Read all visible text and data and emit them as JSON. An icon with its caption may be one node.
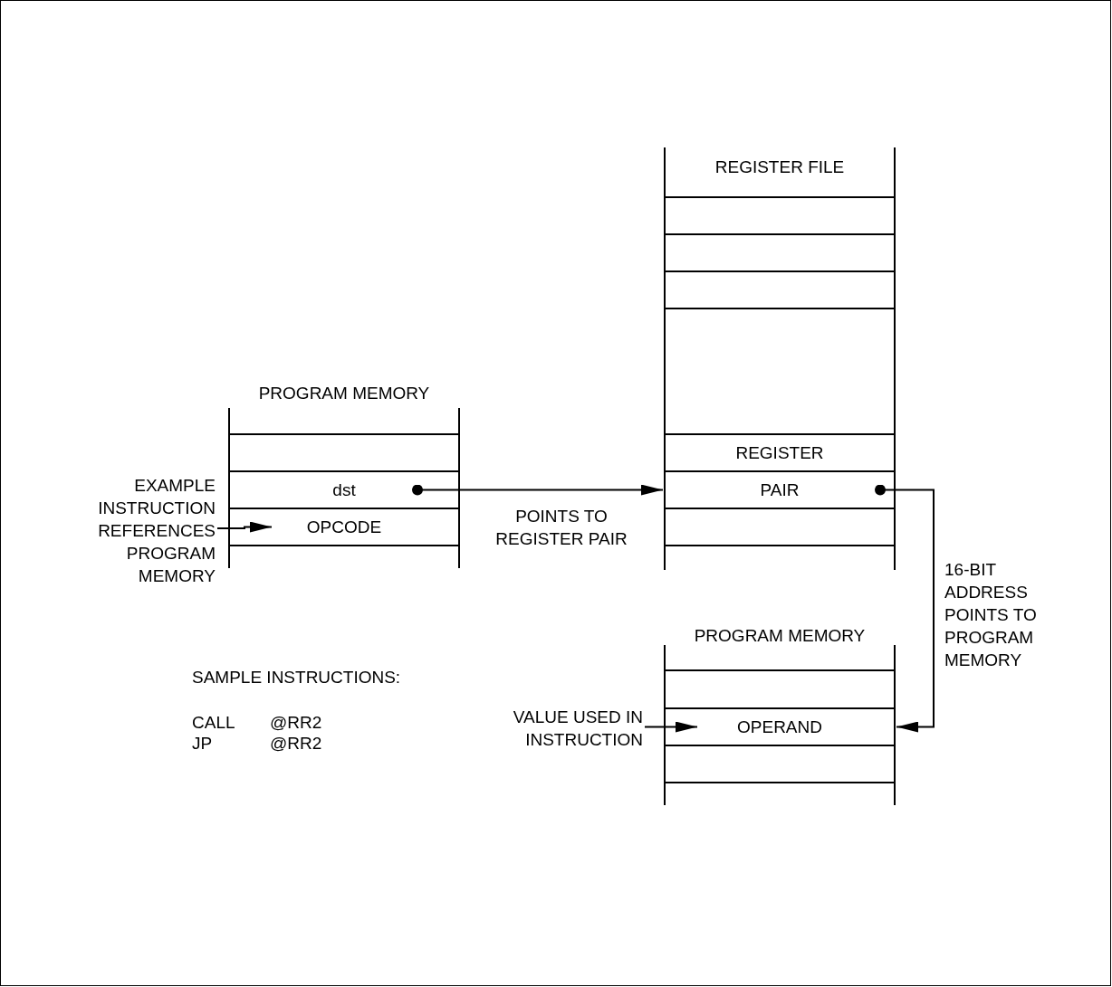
{
  "diagram": {
    "nodes": [
      {
        "text": [
          "PROGRAM MEMORY"
        ]
      },
      {
        "text": [
          "dst"
        ],
        "in": 0
      },
      {
        "text": [
          "OPCODE"
        ],
        "in": 0
      },
      {
        "text": [
          "EXAMPLE INSTRUCTION REFERENCES PROGRAM MEMORY"
        ]
      },
      {
        "text": [
          "REGISTER FILE"
        ]
      },
      {
        "text": [
          "REGISTER"
        ],
        "in": 4
      },
      {
        "text": [
          "PAIR"
        ],
        "in": 4
      },
      {
        "text": [
          "PROGRAM MEMORY"
        ]
      },
      {
        "text": [
          "OPERAND"
        ],
        "in": 7
      },
      {
        "text": [
          "VALUE USED IN INSTRUCTION"
        ]
      }
    ],
    "edges": [
      {
        "from": 3,
        "to": 2,
        "arrow": "to"
      },
      {
        "from": 1,
        "to": 6,
        "arrow": "to",
        "label": "POINTS TO REGISTER PAIR"
      },
      {
        "from": 6,
        "to": 8,
        "arrow": "to",
        "label": "16-BIT ADDRESS POINTS TO PROGRAM MEMORY"
      },
      {
        "from": 9,
        "to": 8,
        "arrow": "to"
      }
    ],
    "labels": [
      "SAMPLE INSTRUCTIONS:",
      "CALL",
      "@RR2",
      "JP",
      "@RR2"
    ]
  }
}
